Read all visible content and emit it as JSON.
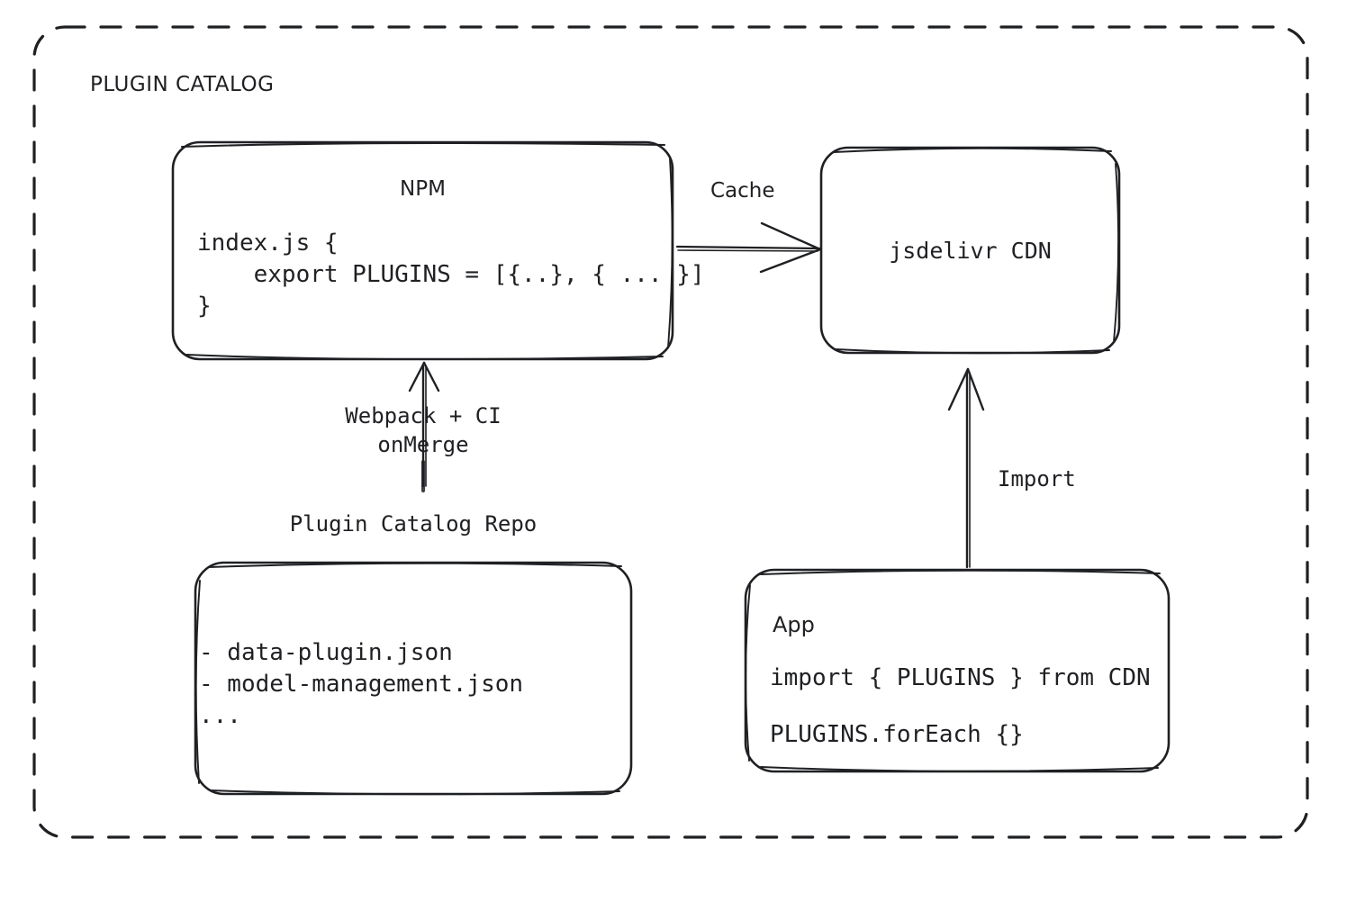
{
  "container": {
    "title": "PLUGIN CATALOG",
    "border_style": "dashed",
    "stroke_color": "#1f2023"
  },
  "nodes": {
    "npm": {
      "title": "NPM",
      "code_lines": "index.js {\n    export PLUGINS = [{..}, { ... }]\n}"
    },
    "cdn": {
      "title": "jsdelivr CDN"
    },
    "repo": {
      "caption": "Plugin Catalog Repo",
      "files": "- data-plugin.json\n- model-management.json\n..."
    },
    "app": {
      "title": "App",
      "code_line_1": "import { PLUGINS } from CDN",
      "code_line_2": "PLUGINS.forEach {}"
    }
  },
  "edges": {
    "cache": "Cache",
    "webpack": "Webpack + CI\nonMerge",
    "import": "Import"
  }
}
